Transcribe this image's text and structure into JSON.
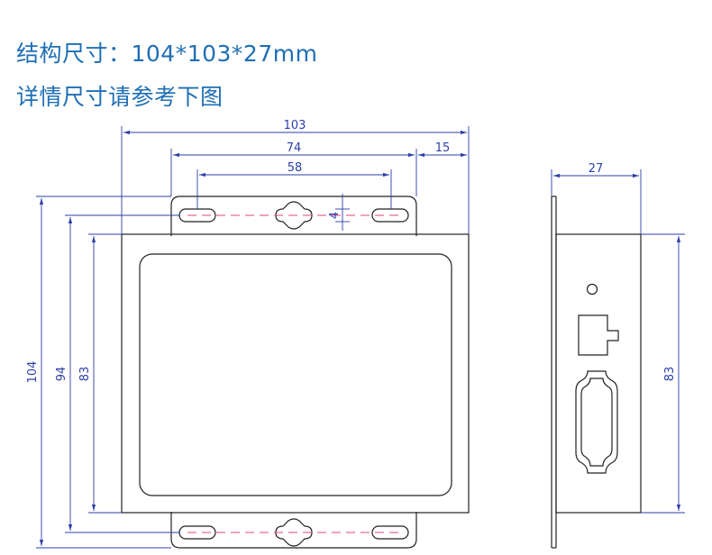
{
  "header": {
    "structure_size": "结构尺寸：104*103*27mm",
    "detail_note": "详情尺寸请参考下图"
  },
  "dimensions": {
    "width_total": "103",
    "hole_span_outer": "74",
    "hole_span_inner": "58",
    "side_offset": "15",
    "depth": "27",
    "height_total": "104",
    "height_holes": "94",
    "height_body": "83",
    "height_side": "83",
    "hole_offset": "4"
  },
  "colors": {
    "heading": "#1f6fb4",
    "dimension": "#2b3fa8",
    "outline": "#222222",
    "centerline": "#e0457b"
  }
}
